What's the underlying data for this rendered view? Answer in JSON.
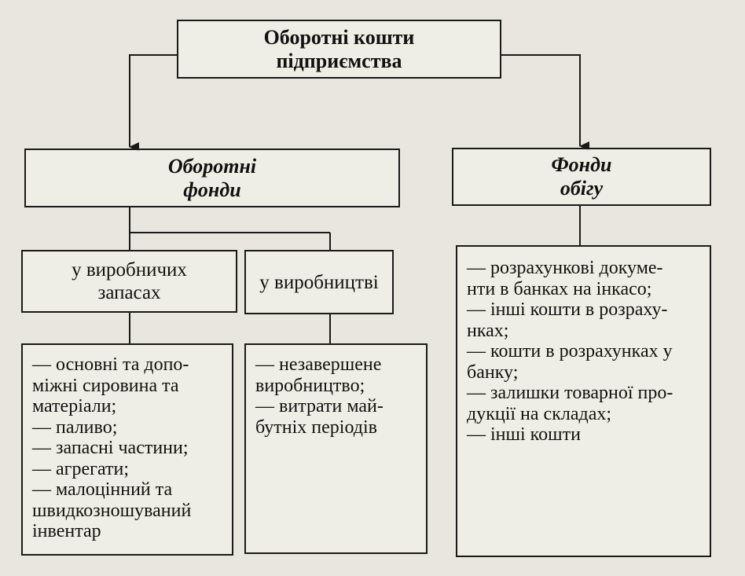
{
  "diagram": {
    "root": {
      "line1": "Оборотні кошти",
      "line2": "підприємства"
    },
    "left_branch": {
      "line1": "Оборотні",
      "line2": "фонди"
    },
    "right_branch": {
      "line1": "Фонди",
      "line2": "обігу"
    },
    "production_stocks": {
      "line1": "у виробничих",
      "line2": "запасах"
    },
    "in_production": {
      "line1": "у виробництві"
    },
    "production_stocks_list": [
      "— основні та допо-",
      "міжні сировина та",
      "матеріали;",
      "— паливо;",
      "— запасні частини;",
      "— агрегати;",
      "— малоцінний та",
      "швидкозношуваний",
      "інвентар"
    ],
    "in_production_list": [
      "— незавершене",
      "виробництво;",
      "— витрати май-",
      "бутніх періодів"
    ],
    "circulation_list": [
      "— розрахункові докуме-",
      "нти в банках на інкасо;",
      "— інші кошти в розраху-",
      "нках;",
      "— кошти в розрахунках у",
      "банку;",
      "— залишки товарної про-",
      "дукції на складах;",
      "— інші кошти"
    ]
  }
}
